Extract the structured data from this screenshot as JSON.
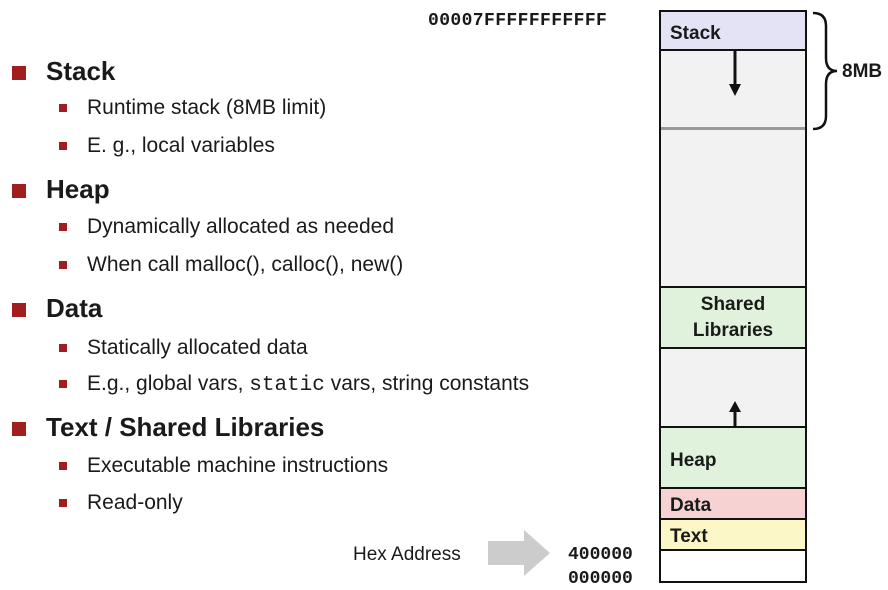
{
  "bullets": [
    {
      "title": "Stack",
      "items": [
        "Runtime stack (8MB limit)",
        "E. g., local variables"
      ]
    },
    {
      "title": "Heap",
      "items": [
        "Dynamically allocated as needed",
        "When call  malloc(), calloc(), new()"
      ]
    },
    {
      "title": "Data",
      "items": [
        "Statically allocated data"
      ],
      "mixed": {
        "pre": "E.g., global vars, ",
        "code": "static",
        "post": " vars, string constants"
      }
    },
    {
      "title": "Text  / Shared Libraries",
      "items": [
        "Executable machine instructions",
        "Read-only"
      ]
    }
  ],
  "memory": {
    "top_address": "00007FFFFFFFFFFF",
    "stack_label": "Stack",
    "stack_size_label": "8MB",
    "shared_label_line1": "Shared",
    "shared_label_line2": "Libraries",
    "heap_label": "Heap",
    "data_label": "Data",
    "text_label": "Text",
    "hex_address_label": "Hex Address",
    "addr_400000": "400000",
    "addr_000000": "000000"
  },
  "colors": {
    "bullet": "#a01e1e",
    "stack_fill": "#e4e2f5",
    "gap_fill": "#f2f2f2",
    "shared_fill": "#e0f2dc",
    "heap_fill": "#e0f2dc",
    "data_fill": "#f6d2d2",
    "text_fill": "#fbf7c6",
    "arrow_gray": "#cccccc"
  }
}
